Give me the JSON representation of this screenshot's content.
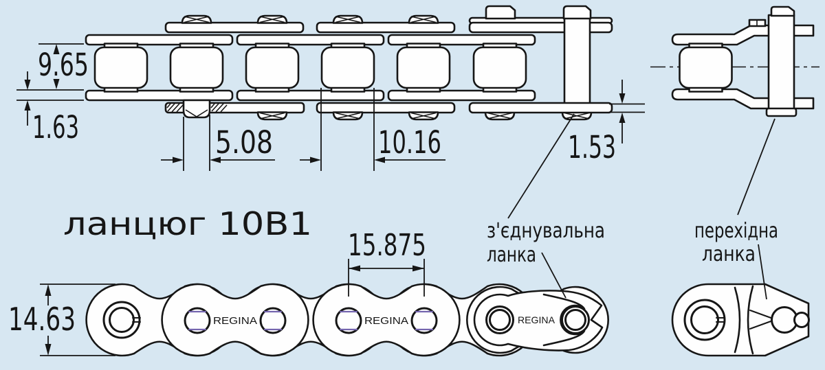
{
  "colors": {
    "background": "#d7e7f2",
    "line": "#161616",
    "fill": "#fefefe",
    "bushing": "#7465ae"
  },
  "title": "ланцюг 10В1",
  "brand": "REGINA",
  "side_view": {
    "dims": {
      "inner_width": "9.65",
      "inner_plate_thickness": "1.63",
      "pin_diameter": "5.08",
      "roller_diameter": "10.16",
      "outer_plate_thickness": "1.53"
    }
  },
  "plan_view": {
    "dims": {
      "pitch": "15.875",
      "plate_height": "14.63"
    }
  },
  "callouts": {
    "connecting_link": {
      "line1": "з'єднувальна",
      "line2": "ланка"
    },
    "offset_link": {
      "line1": "перехідна",
      "line2": "ланка"
    }
  }
}
